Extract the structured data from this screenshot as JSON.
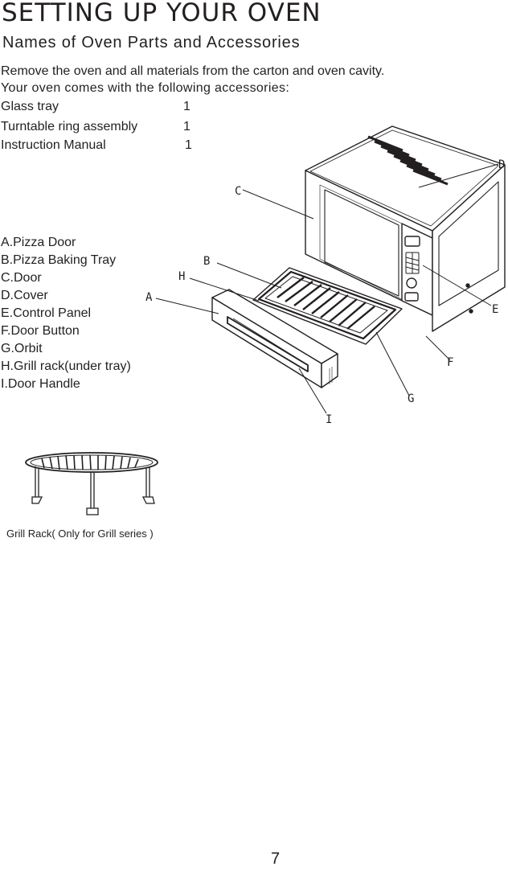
{
  "title": "SETTING UP YOUR OVEN",
  "subtitle": "Names of Oven Parts and Accessories",
  "intro": {
    "line1": "Remove the oven and all materials from the carton and oven cavity.",
    "line2": "Your oven comes with the following accessories:"
  },
  "accessories": [
    {
      "name": "Glass tray",
      "qty": "1"
    },
    {
      "name": "Turntable ring assembly",
      "qty": "1"
    },
    {
      "name": "Instruction Manual",
      "qty": "1"
    }
  ],
  "parts": [
    "A.Pizza Door",
    "B.Pizza Baking Tray",
    "C.Door",
    "D.Cover",
    "E.Control Panel",
    "F.Door Button",
    "G.Orbit",
    "H.Grill rack(under tray)",
    "I.Door Handle"
  ],
  "diagram_labels": {
    "a": "A",
    "b": "B",
    "c": "C",
    "d": "D",
    "e": "E",
    "f": "F",
    "g": "G",
    "h": "H",
    "i": "I"
  },
  "grill_caption": "Grill Rack( Only for Grill series )",
  "page_number": "7"
}
